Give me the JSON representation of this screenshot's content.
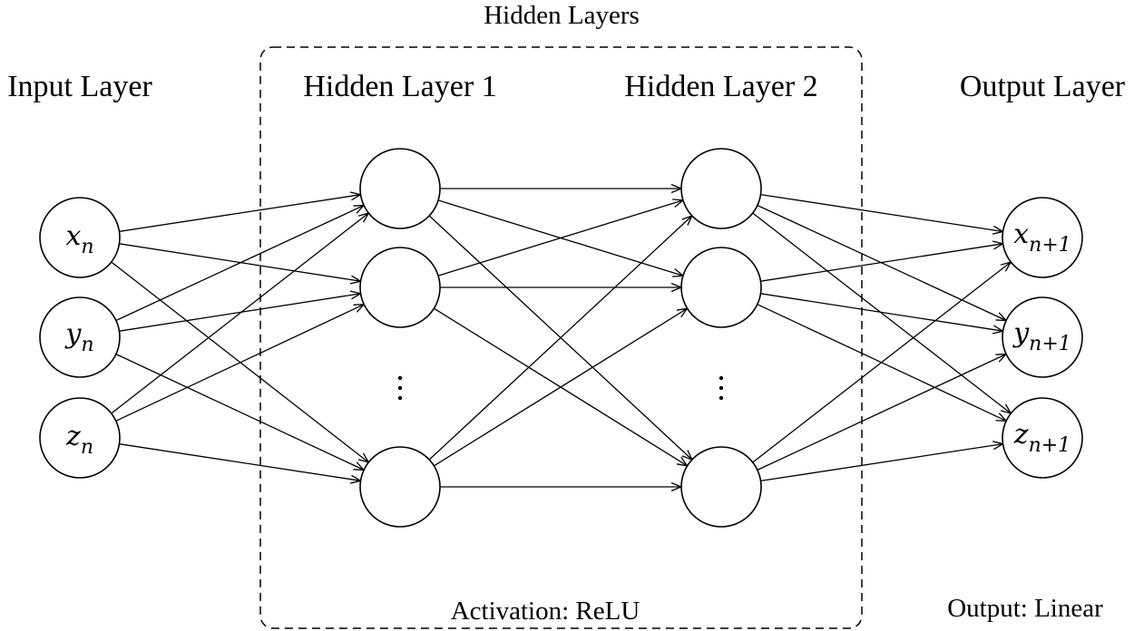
{
  "diagram": {
    "group_title": "Hidden Layers",
    "activation_note": "Activation: ReLU",
    "output_note": "Output: Linear",
    "layers": {
      "input": {
        "title": "Input Layer",
        "nodes": [
          {
            "var": "x",
            "sub": "n"
          },
          {
            "var": "y",
            "sub": "n"
          },
          {
            "var": "z",
            "sub": "n"
          }
        ]
      },
      "hidden1": {
        "title": "Hidden Layer 1"
      },
      "hidden2": {
        "title": "Hidden Layer 2"
      },
      "output": {
        "title": "Output Layer",
        "nodes": [
          {
            "var": "x",
            "sub": "n+1"
          },
          {
            "var": "y",
            "sub": "n+1"
          },
          {
            "var": "z",
            "sub": "n+1"
          }
        ]
      }
    }
  }
}
